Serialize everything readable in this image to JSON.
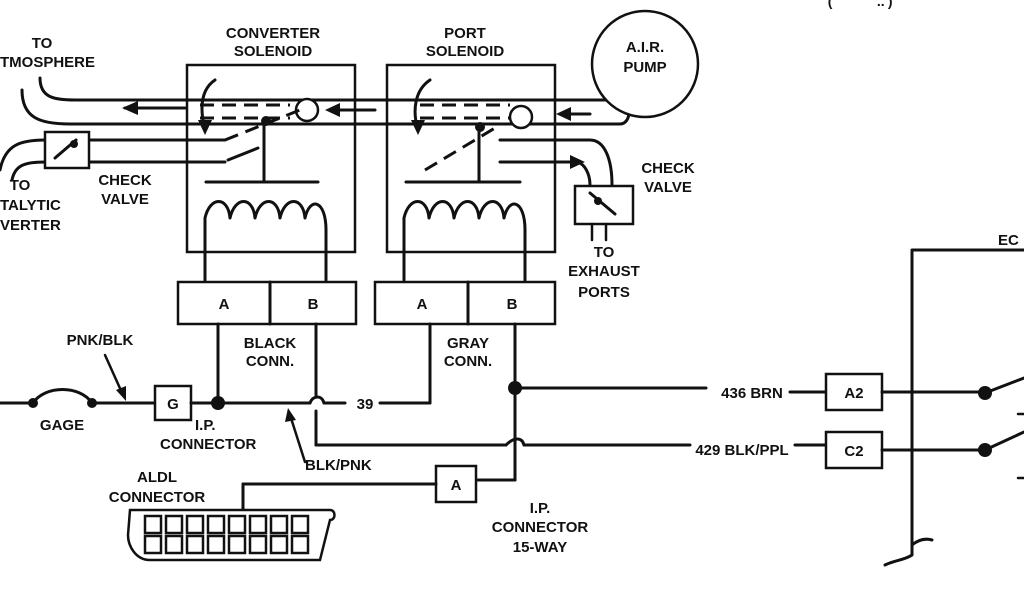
{
  "labels": {
    "converter_solenoid": [
      "CONVERTER",
      "SOLENOID"
    ],
    "port_solenoid": [
      "PORT",
      "SOLENOID"
    ],
    "air_pump": [
      "A.I.R.",
      "PUMP"
    ],
    "to_atmosphere": [
      "TO",
      "TMOSPHERE"
    ],
    "to_catalytic_converter": [
      "TO",
      "TALYTIC",
      "VERTER"
    ],
    "check_valve_left": [
      "CHECK",
      "VALVE"
    ],
    "check_valve_right": [
      "CHECK",
      "VALVE"
    ],
    "to_exhaust_ports": [
      "TO",
      "EXHAUST",
      "PORTS"
    ],
    "ecm": "EC",
    "pnk_blk": "PNK/BLK",
    "gage": "GAGE",
    "ip_connector": [
      "I.P.",
      "CONNECTOR"
    ],
    "black_conn": [
      "BLACK",
      "CONN."
    ],
    "gray_conn": [
      "GRAY",
      "CONN."
    ],
    "wire_39": "39",
    "blk_pnk": "BLK/PNK",
    "wire_436": "436 BRN",
    "wire_429": "429 BLK/PPL",
    "aldl_connector": [
      "ALDL",
      "CONNECTOR"
    ],
    "ip_connector_15way": [
      "I.P.",
      "CONNECTOR",
      "15-WAY"
    ]
  },
  "terminals": {
    "converter_a": "A",
    "converter_b": "B",
    "port_a": "A",
    "port_b": "B",
    "g": "G",
    "ip_a": "A",
    "a2": "A2",
    "c2": "C2"
  },
  "corner_text": "'' '''' (''''' ''''' '..')"
}
